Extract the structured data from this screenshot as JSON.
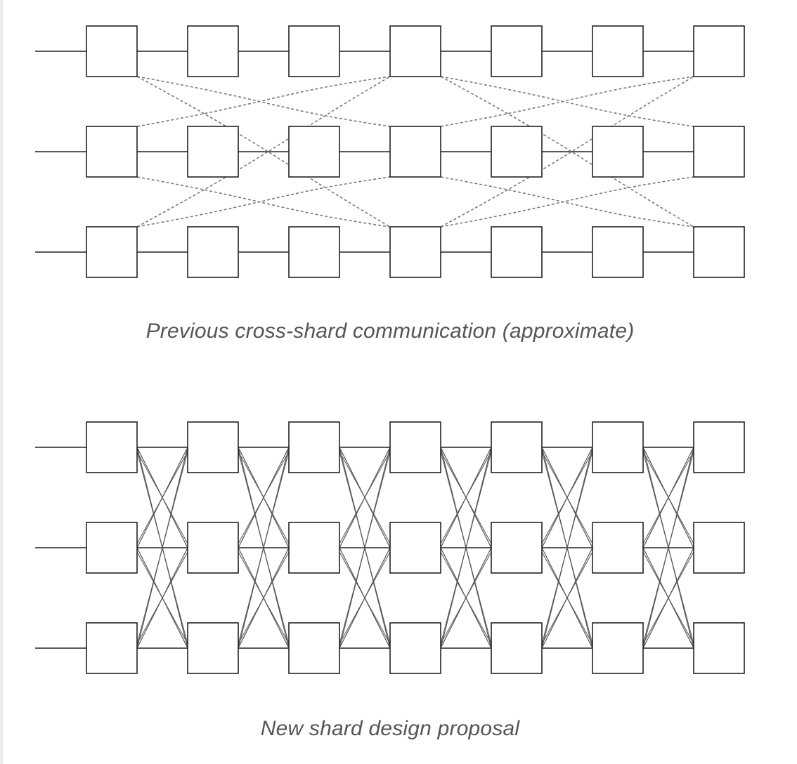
{
  "diagrams": [
    {
      "id": "previous",
      "caption": "Previous cross-shard communication (approximate)",
      "rows": 3,
      "blocks_per_row": 7,
      "cross_links_style": "dashed",
      "cross_links": [
        [
          0,
          0,
          1,
          3
        ],
        [
          0,
          0,
          2,
          3
        ],
        [
          1,
          0,
          0,
          3
        ],
        [
          1,
          0,
          2,
          3
        ],
        [
          2,
          0,
          0,
          3
        ],
        [
          2,
          0,
          1,
          3
        ],
        [
          0,
          3,
          1,
          6
        ],
        [
          0,
          3,
          2,
          6
        ],
        [
          1,
          3,
          0,
          6
        ],
        [
          1,
          3,
          2,
          6
        ],
        [
          2,
          3,
          0,
          6
        ],
        [
          2,
          3,
          1,
          6
        ]
      ]
    },
    {
      "id": "proposal",
      "caption": "New shard design proposal",
      "rows": 3,
      "blocks_per_row": 7,
      "cross_links_style": "solid",
      "cross_links": "every block links to every block in the next column"
    }
  ],
  "colors": {
    "block_border": "#222222",
    "chain_line": "#222222",
    "dashed_link": "#7a7a7a",
    "solid_link": "#555555",
    "caption_text": "#555555"
  }
}
